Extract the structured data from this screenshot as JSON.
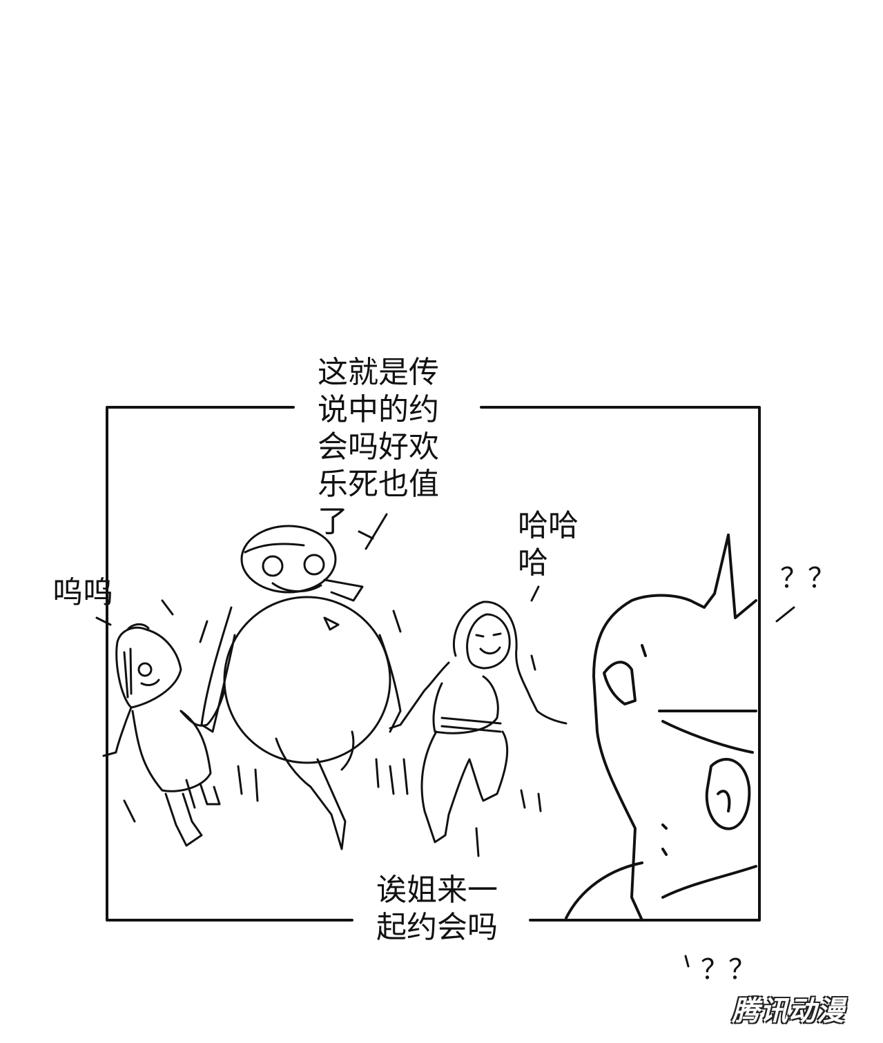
{
  "dialogue": {
    "fat_character": "这就是传\n说中的约\n会吗好欢\n乐死也值\n了",
    "crying_character": "呜呜",
    "laughing_character": "哈哈\n哈",
    "invitation": "诶姐来一\n起约会吗",
    "confused_top": "？？",
    "confused_bottom": "？？"
  },
  "watermark": "腾讯动漫",
  "colors": {
    "ink": "#111111",
    "paper": "#ffffff"
  }
}
